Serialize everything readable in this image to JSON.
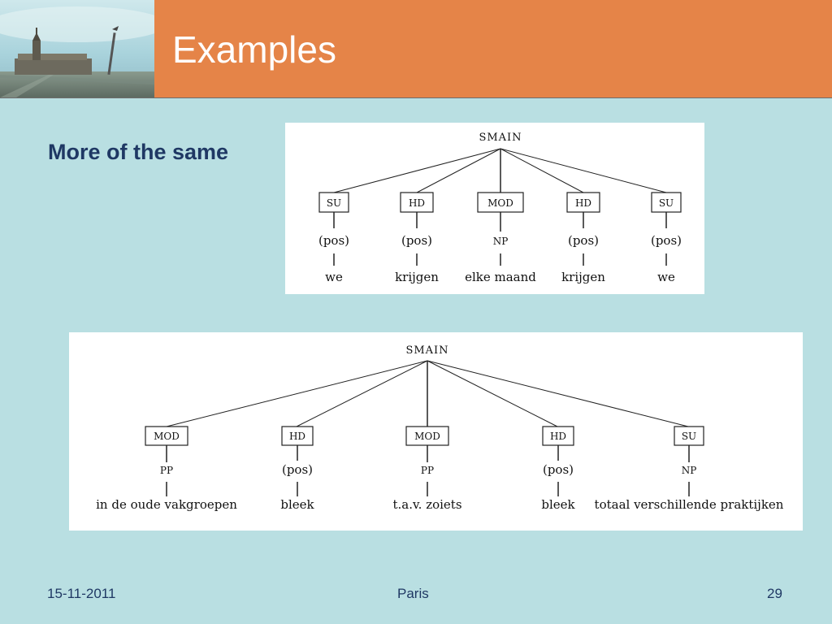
{
  "slide": {
    "title": "Examples",
    "subtitle": "More of the same"
  },
  "tree1": {
    "root": "SMAIN",
    "children": [
      {
        "rel": "SU",
        "cat": "(pos)",
        "word": "we"
      },
      {
        "rel": "HD",
        "cat": "(pos)",
        "word": "krijgen"
      },
      {
        "rel": "MOD",
        "cat": "NP",
        "word": "elke maand"
      },
      {
        "rel": "HD",
        "cat": "(pos)",
        "word": "krijgen"
      },
      {
        "rel": "SU",
        "cat": "(pos)",
        "word": "we"
      }
    ]
  },
  "tree2": {
    "root": "SMAIN",
    "children": [
      {
        "rel": "MOD",
        "cat": "PP",
        "word": "in de oude vakgroepen"
      },
      {
        "rel": "HD",
        "cat": "(pos)",
        "word": "bleek"
      },
      {
        "rel": "MOD",
        "cat": "PP",
        "word": "t.a.v. zoiets"
      },
      {
        "rel": "HD",
        "cat": "(pos)",
        "word": "bleek"
      },
      {
        "rel": "SU",
        "cat": "NP",
        "word": "totaal verschillende praktijken"
      }
    ]
  },
  "footer": {
    "date": "15-11-2011",
    "place": "Paris",
    "page": "29"
  }
}
